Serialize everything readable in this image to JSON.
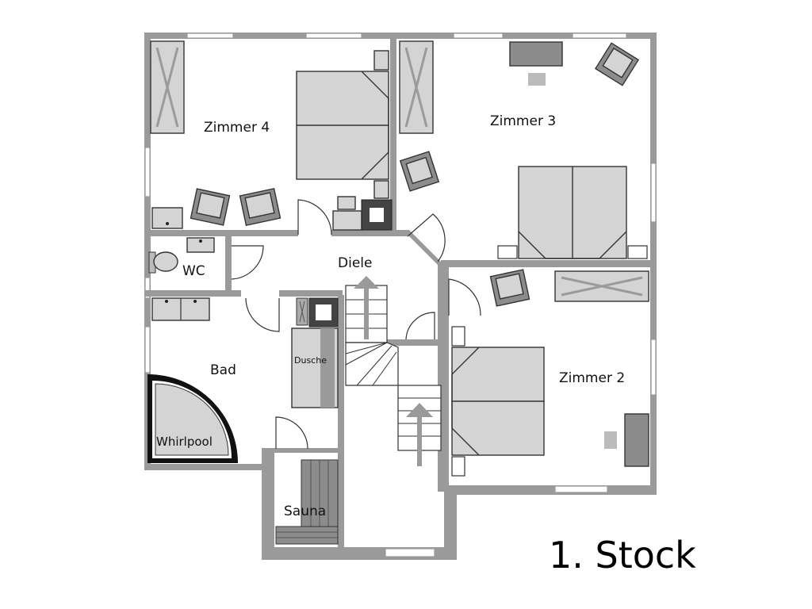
{
  "title": "1. Stock",
  "rooms": {
    "zimmer4": "Zimmer 4",
    "zimmer3": "Zimmer 3",
    "zimmer2": "Zimmer 2",
    "wc": "WC",
    "diele": "Diele",
    "bad": "Bad",
    "dusche": "Dusche",
    "whirlpool": "Whirlpool",
    "sauna": "Sauna"
  },
  "colors": {
    "wall": "#9a9a9a",
    "furniture": "#d4d4d4",
    "chair": "#8c8c8c",
    "outline": "#333333"
  }
}
